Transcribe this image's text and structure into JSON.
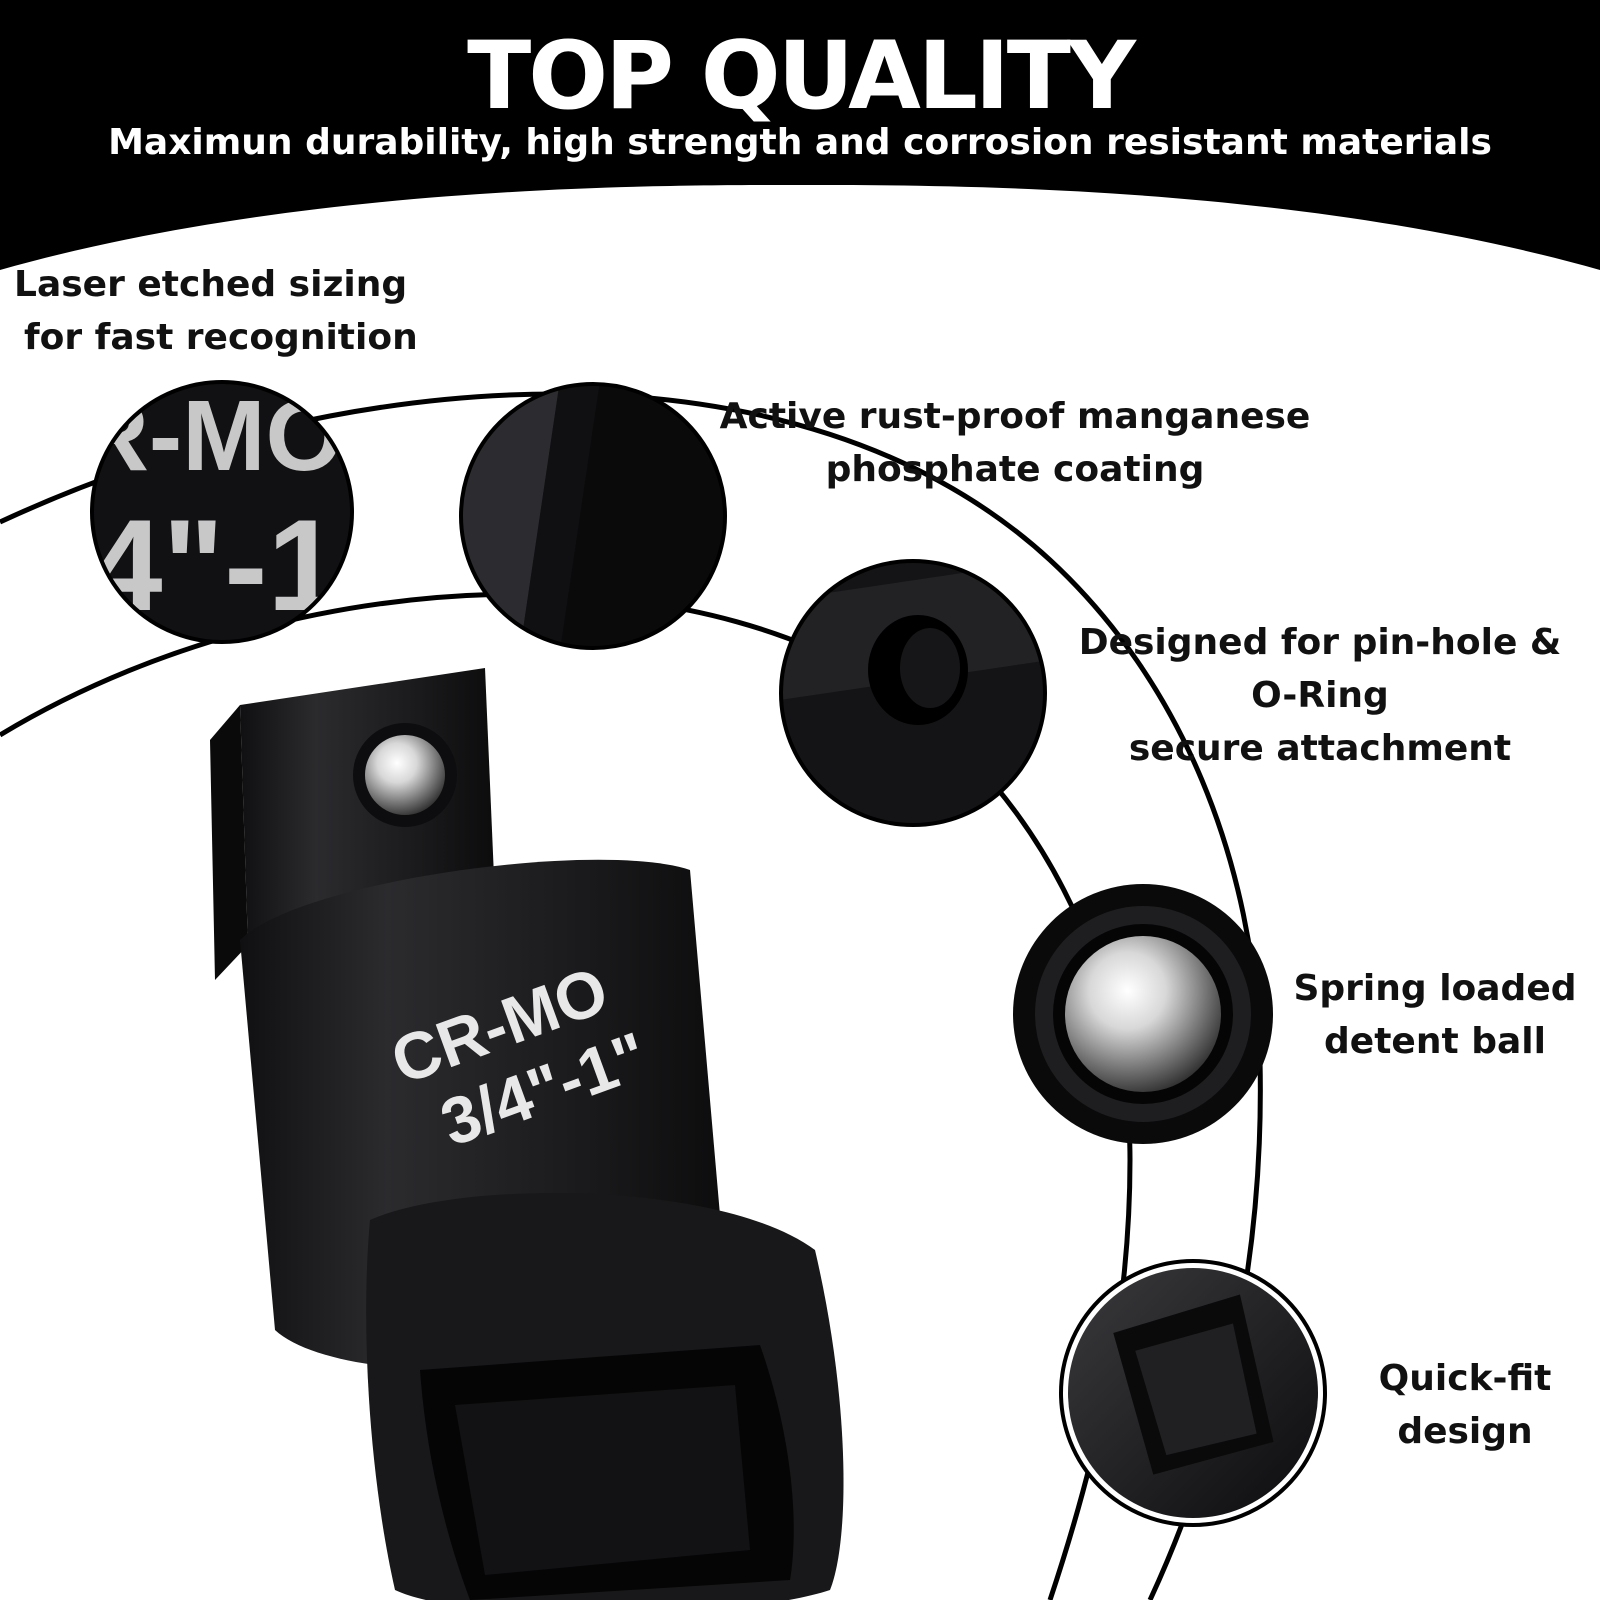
{
  "header": {
    "title": "TOP QUALITY",
    "subtitle": "Maximun durability, high strength and corrosion resistant materials"
  },
  "product": {
    "marking_line1": "CR-MO",
    "marking_line2": "3/4\"-1\""
  },
  "callouts": [
    {
      "lines": [
        "Laser etched sizing",
        "for fast recognition"
      ],
      "detail_text": [
        "R-MO",
        "4\"-1"
      ]
    },
    {
      "lines": [
        "Active rust-proof manganese",
        "phosphate coating"
      ]
    },
    {
      "lines": [
        "Designed for pin-hole &",
        "O-Ring",
        "secure attachment"
      ]
    },
    {
      "lines": [
        "Spring loaded",
        "detent ball"
      ]
    },
    {
      "lines": [
        "Quick-fit",
        "design"
      ]
    }
  ],
  "colors": {
    "header_bg": "#000000",
    "header_text": "#ffffff",
    "body_text": "#111111",
    "product": "#1c1c1e",
    "ring": "#000000"
  }
}
